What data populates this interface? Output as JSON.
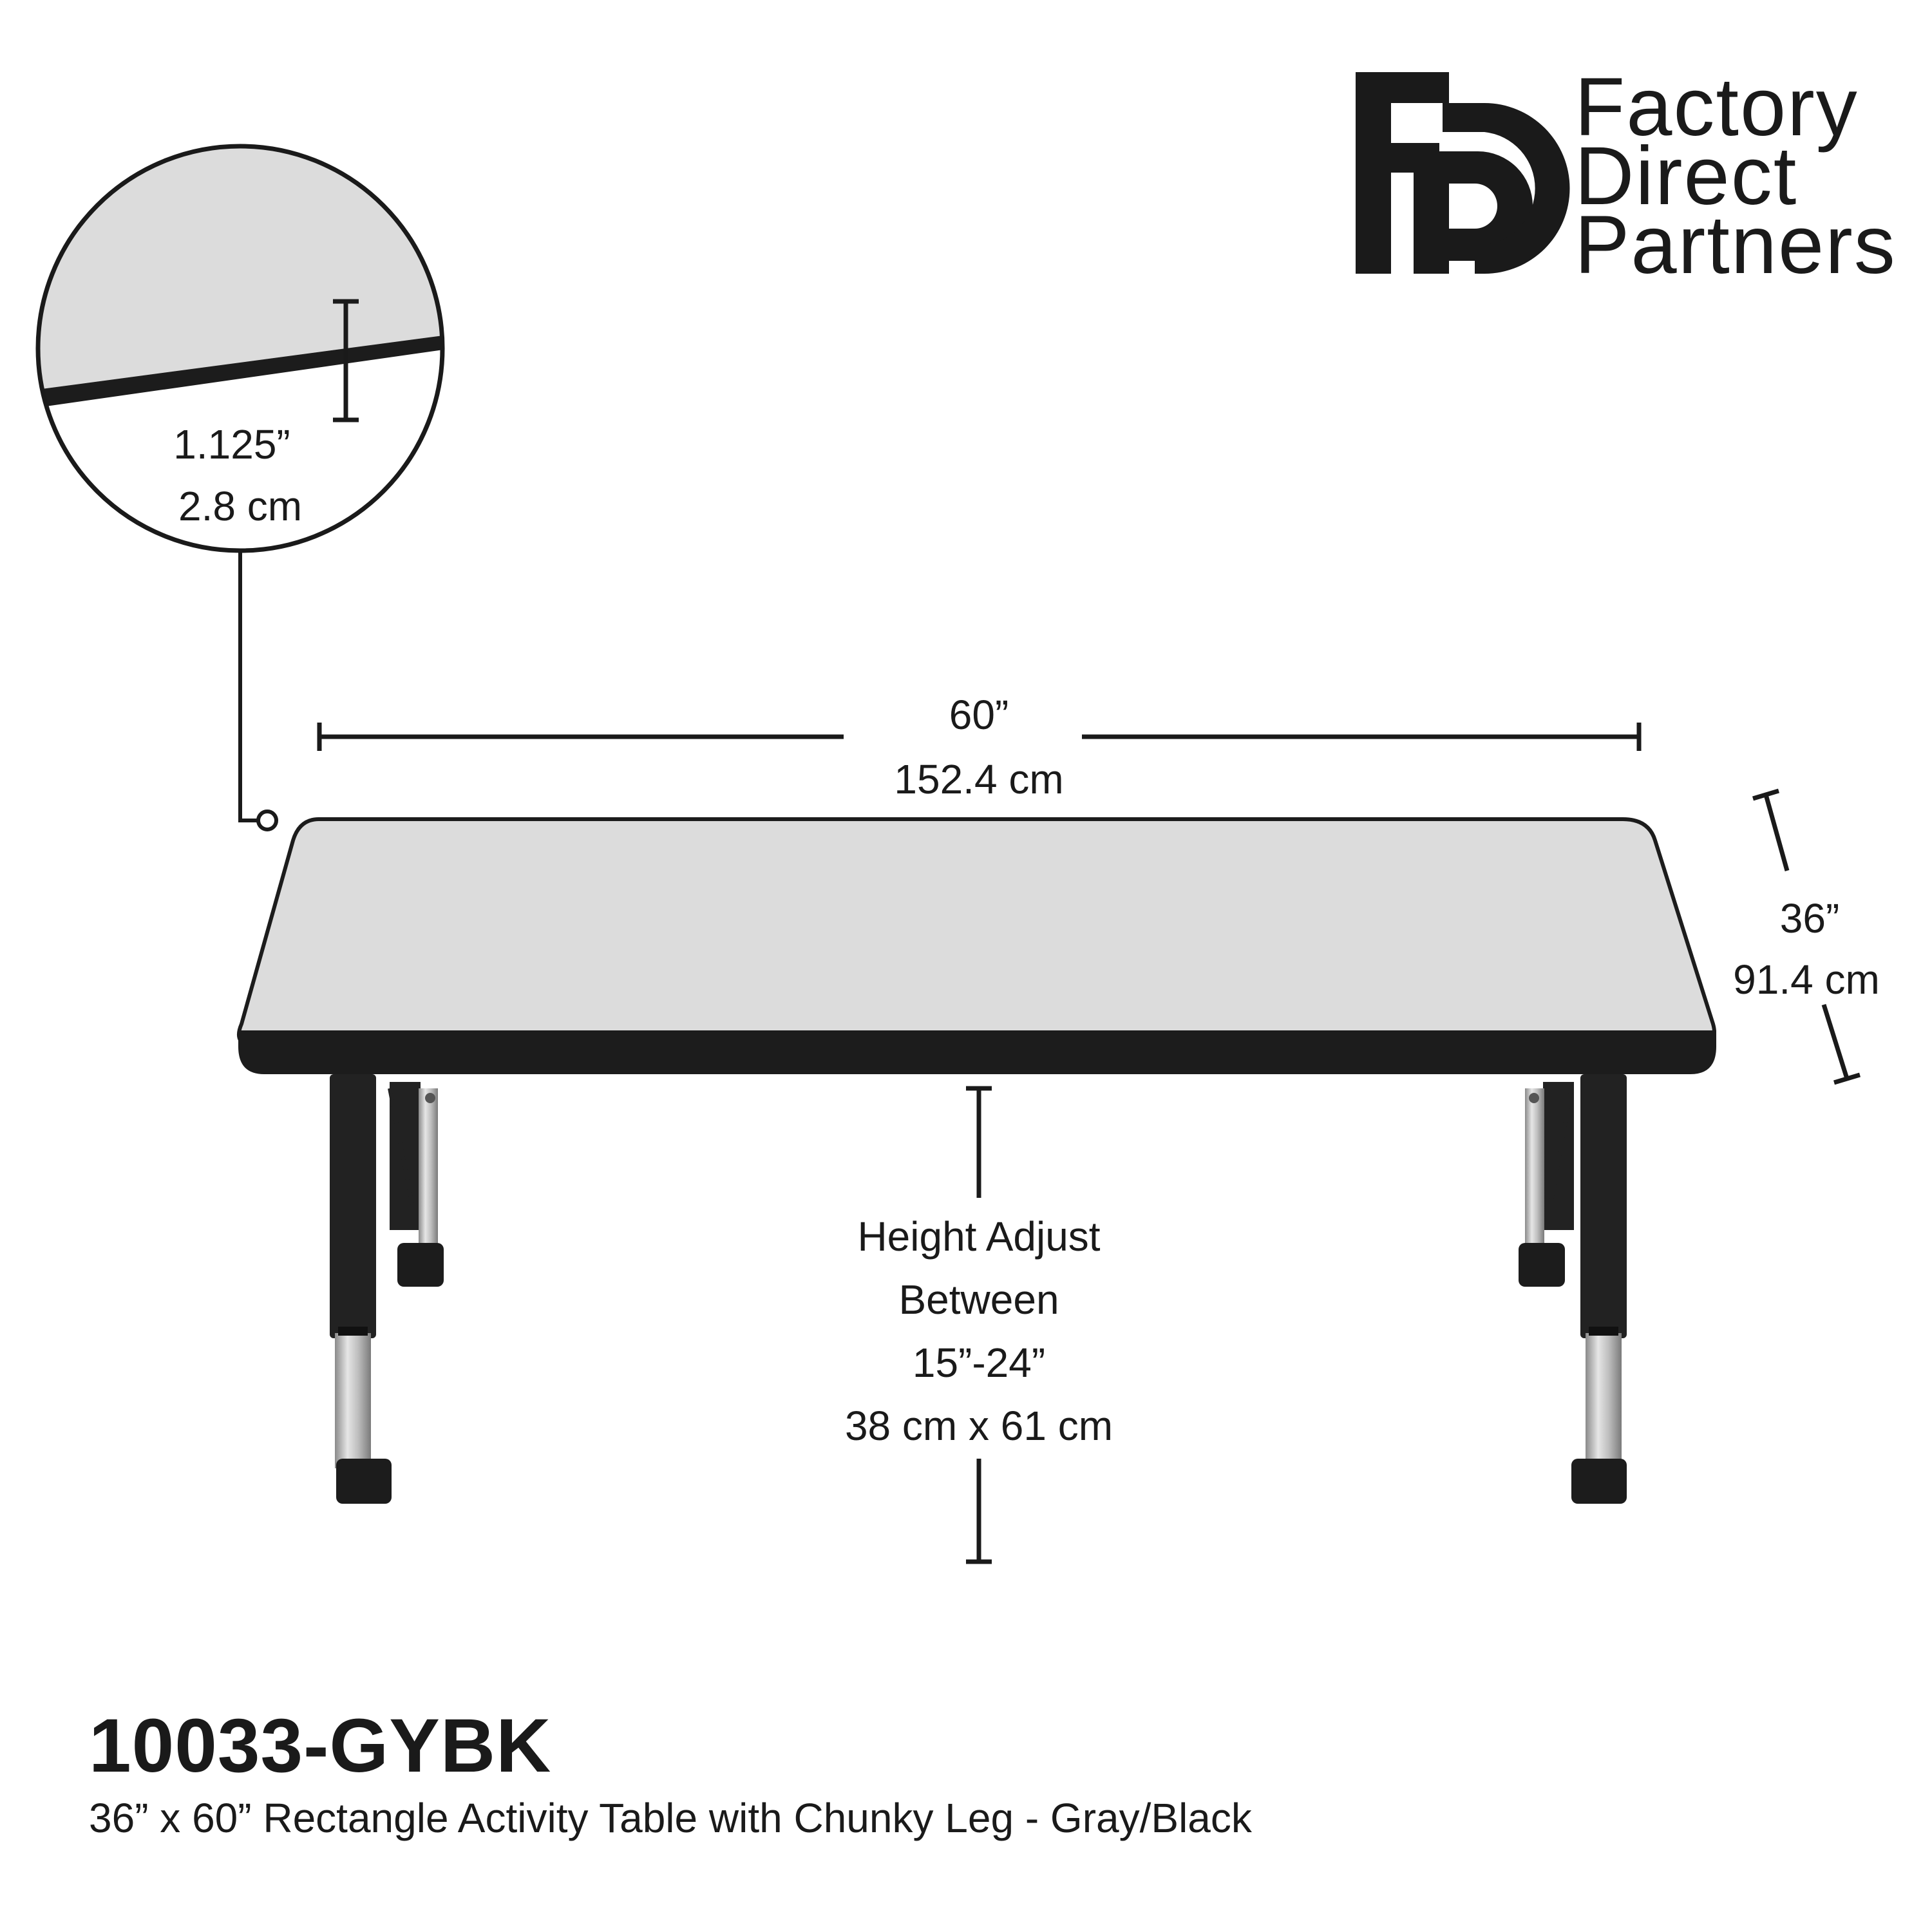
{
  "brand": {
    "logo_mark": "FD",
    "name_lines": [
      "Factory",
      "Direct",
      "Partners"
    ]
  },
  "dimensions": {
    "thickness": [
      "1.125”",
      "2.8 cm"
    ],
    "length": [
      "60”",
      "152.4 cm"
    ],
    "width": [
      "36”",
      "91.4 cm"
    ],
    "height": [
      "Height Adjust",
      "Between",
      "15”-24”",
      "38 cm x 61 cm"
    ]
  },
  "product": {
    "sku": "10033-GYBK",
    "description": "36” x 60” Rectangle Activity Table with Chunky Leg - Gray/Black"
  },
  "colors": {
    "tabletop": "#dcdcdc",
    "edge_band": "#1c1c1c",
    "leg": "#222222",
    "chrome": "#b8b8b8",
    "line": "#1a1a1a"
  }
}
